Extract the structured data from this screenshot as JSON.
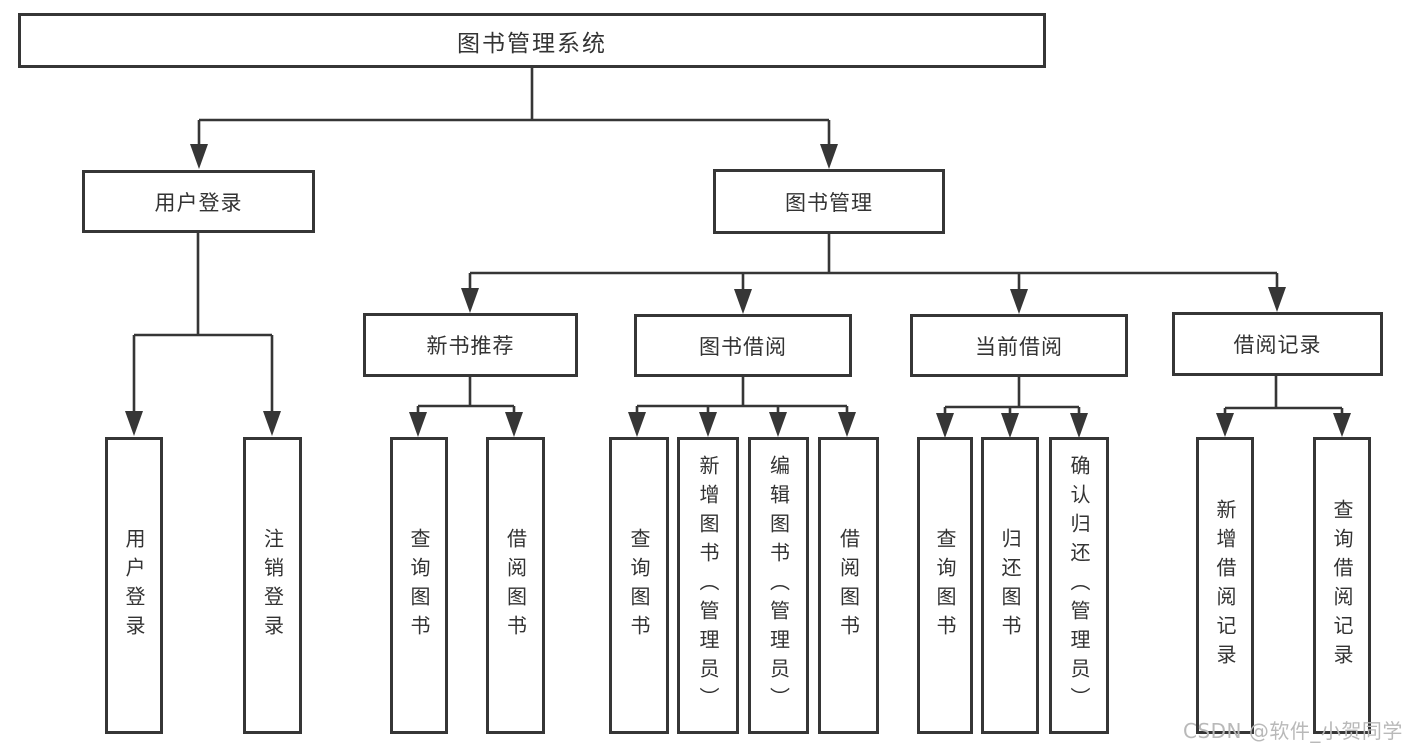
{
  "diagram": {
    "type": "hierarchy-tree",
    "root": {
      "label": "图书管理系统"
    },
    "level2": {
      "user_login": {
        "label": "用户登录"
      },
      "book_management": {
        "label": "图书管理"
      }
    },
    "level3": {
      "new_book_recommend": {
        "label": "新书推荐",
        "parent": "图书管理"
      },
      "book_borrowing": {
        "label": "图书借阅",
        "parent": "图书管理"
      },
      "current_borrowing": {
        "label": "当前借阅",
        "parent": "图书管理"
      },
      "borrowing_records": {
        "label": "借阅记录",
        "parent": "图书管理"
      }
    },
    "leaves": {
      "user_login_leaf": {
        "label": "用户登录",
        "parent": "用户登录"
      },
      "logout_leaf": {
        "label": "注销登录",
        "parent": "用户登录"
      },
      "nbr_query_books": {
        "label": "查询图书",
        "parent": "新书推荐"
      },
      "nbr_borrow_books": {
        "label": "借阅图书",
        "parent": "新书推荐"
      },
      "bb_query_books": {
        "label": "查询图书",
        "parent": "图书借阅"
      },
      "bb_add_books": {
        "label": "新增图书（管理员）",
        "parent": "图书借阅"
      },
      "bb_edit_books": {
        "label": "编辑图书（管理员）",
        "parent": "图书借阅"
      },
      "bb_borrow_books": {
        "label": "借阅图书",
        "parent": "图书借阅"
      },
      "cb_query_books": {
        "label": "查询图书",
        "parent": "当前借阅"
      },
      "cb_return_books": {
        "label": "归还图书",
        "parent": "当前借阅"
      },
      "cb_confirm_return": {
        "label": "确认归还（管理员）",
        "parent": "当前借阅"
      },
      "br_add_record": {
        "label": "新增借阅记录",
        "parent": "借阅记录"
      },
      "br_query_record": {
        "label": "查询借阅记录",
        "parent": "借阅记录"
      }
    }
  },
  "watermark": {
    "text": "CSDN @软件_小贺同学"
  },
  "colors": {
    "line": "#363636",
    "box_border": "#363636",
    "box_background": "#ffffff",
    "text": "#333333",
    "watermark": "#b9b9b9",
    "page_background": "#ffffff"
  }
}
